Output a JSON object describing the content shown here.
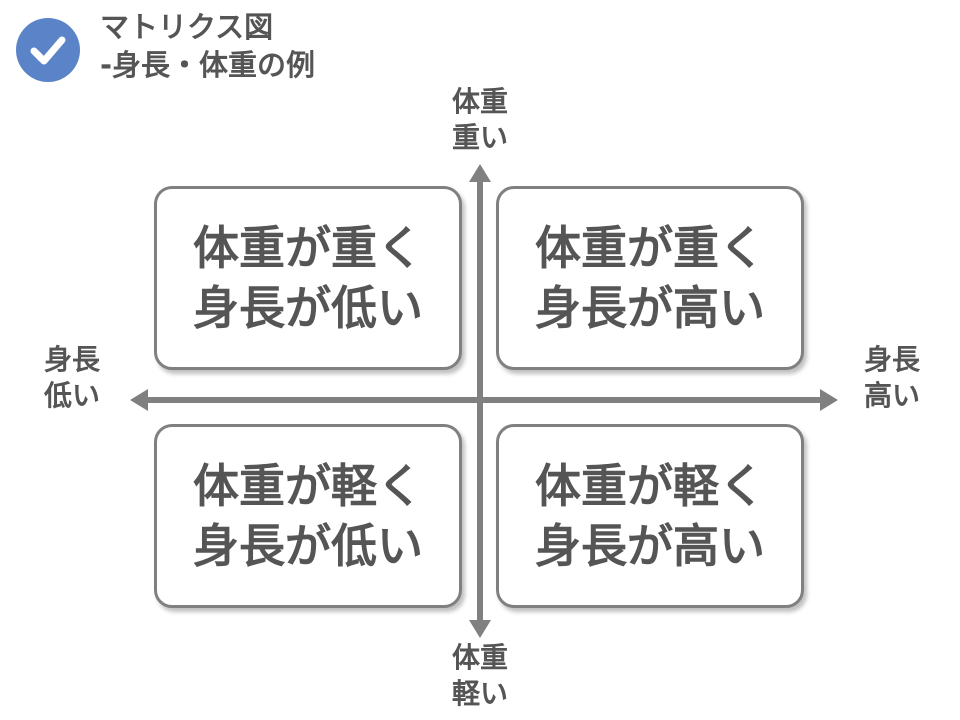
{
  "header": {
    "title_line1": "マトリクス図",
    "title_line2": "-身長・体重の例",
    "badge_icon": "checkmark-circle-icon",
    "badge_color": "#5b84c8"
  },
  "axes": {
    "top": {
      "line1": "体重",
      "line2": "重い"
    },
    "bottom": {
      "line1": "体重",
      "line2": "軽い"
    },
    "left": {
      "line1": "身長",
      "line2": "低い"
    },
    "right": {
      "line1": "身長",
      "line2": "高い"
    },
    "color": "#808080"
  },
  "quadrants": {
    "top_left": {
      "line1": "体重が重く",
      "line2": "身長が低い"
    },
    "top_right": {
      "line1": "体重が重く",
      "line2": "身長が高い"
    },
    "bottom_left": {
      "line1": "体重が軽く",
      "line2": "身長が低い"
    },
    "bottom_right": {
      "line1": "体重が軽く",
      "line2": "身長が高い"
    }
  }
}
